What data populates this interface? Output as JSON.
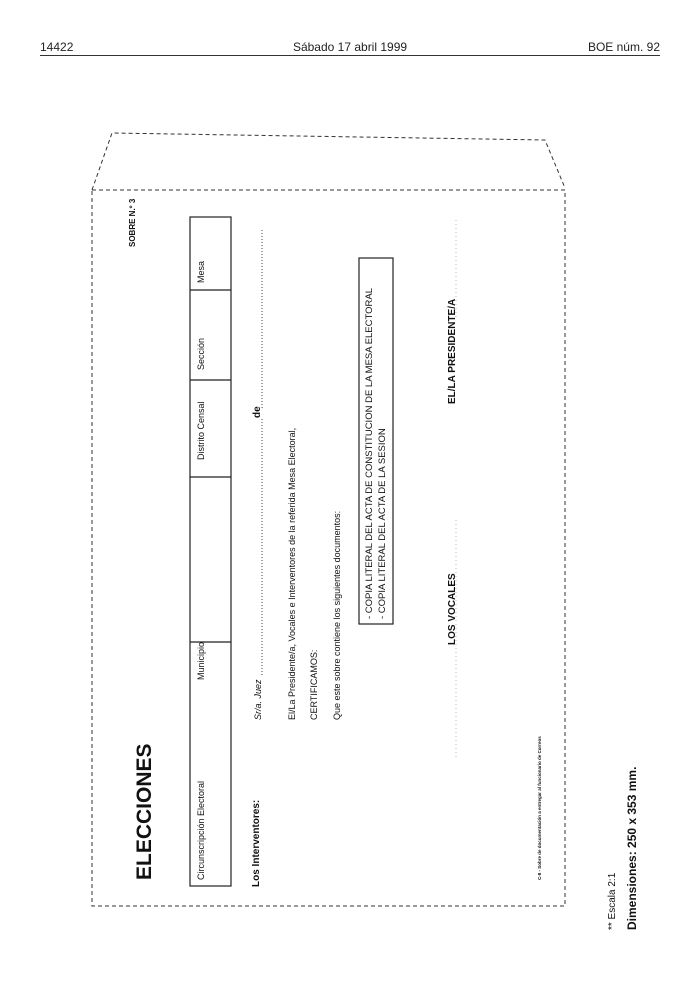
{
  "header": {
    "page_number": "14422",
    "date": "Sábado 17 abril 1999",
    "journal": "BOE núm. 92"
  },
  "envelope": {
    "title": "ELECCIONES",
    "sobre_label": "SOBRE N.º 3",
    "table_headers": [
      "Circunscripción Electoral",
      "Municipio",
      "Distrito Censal",
      "Sección",
      "Mesa"
    ],
    "interventores_label": "Los Interventores:",
    "addressee_line": "Sr/a. Juez",
    "addressee_de": "de",
    "certify_intro": "El/La Presidente/a, Vocales e Interventores de la referida Mesa Electoral,",
    "certify_label": "CERTIFICAMOS:",
    "contents_intro": "Que este sobre contiene los siguientes documentos:",
    "documents": [
      "- COPIA LITERAL DEL ACTA DE CONSTITUCION DE LA MESA ELECTORAL",
      "- COPIA LITERAL DEL ACTA DE LA SESION"
    ],
    "vocales_label": "LOS VOCALES",
    "presidente_label": "EL/LA PRESIDENTE/A",
    "footnote": "C-8 - Sobre de documentación a entregar al funcionario de Correos"
  },
  "caption": {
    "scale": "** Escala 2:1",
    "dimensions": "Dimensiones: 250 x 353 mm."
  }
}
